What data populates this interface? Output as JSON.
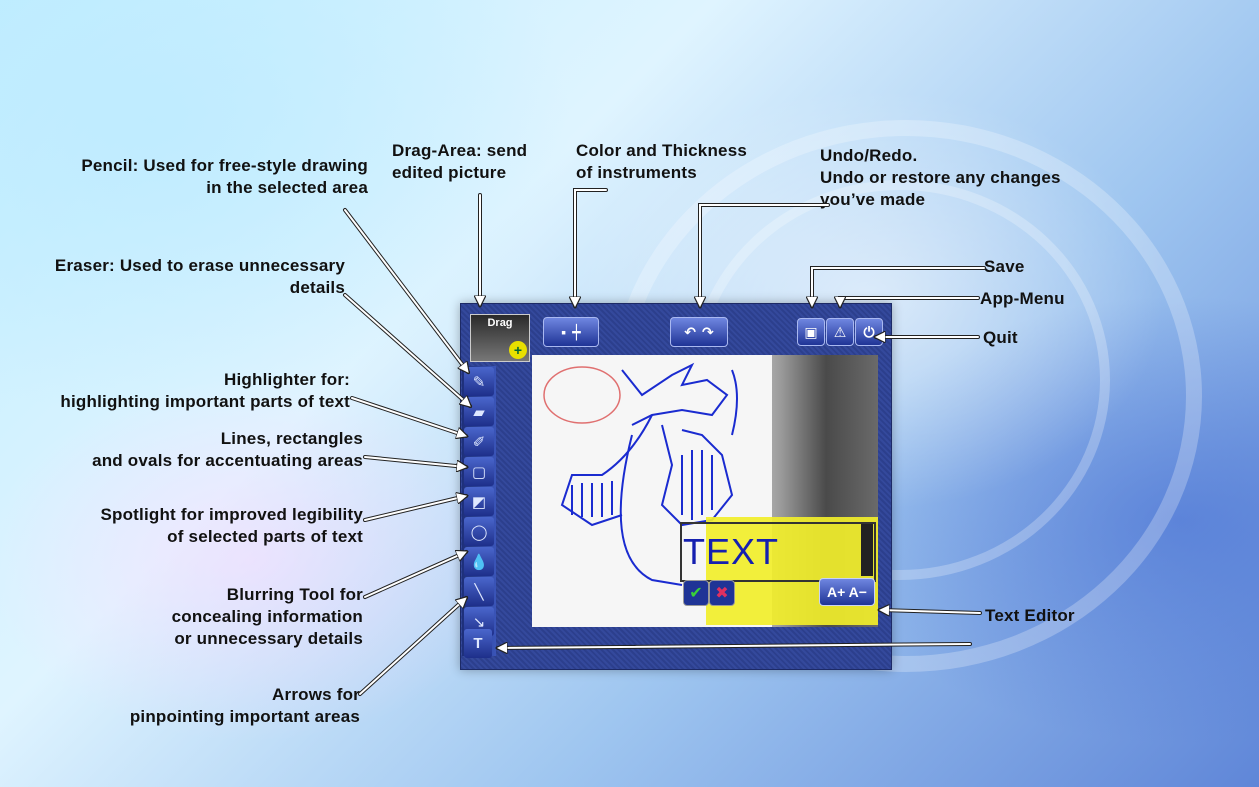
{
  "annotations": {
    "pencil": "Pencil: Used for free-style drawing\nin the selected area",
    "drag_area": "Drag-Area: send\nedited picture",
    "color_thickness": "Color and Thickness\nof instruments",
    "undo_redo": "Undo/Redo.\nUndo or restore any changes\nyou’ve made",
    "eraser": "Eraser: Used to erase unnecessary\ndetails",
    "save": "Save",
    "app_menu": "App-Menu",
    "quit": "Quit",
    "highlighter": "Highlighter for:\nhighlighting important parts of text",
    "lines": "Lines, rectangles\nand ovals for accentuating areas",
    "spotlight": "Spotlight for improved legibility\nof selected parts of text",
    "blurring": "Blurring Tool for\nconcealing information\nor unnecessary details",
    "text_editor": "Text Editor",
    "arrows": "Arrows for\npinpointing important areas"
  },
  "app": {
    "drag_label": "Drag",
    "editor_text": "TEXT",
    "font_size_label": "A+ A−"
  },
  "icons": {
    "tools": [
      "pencil-icon",
      "eraser-icon",
      "highlighter-icon",
      "rectangle-icon",
      "spotlight-icon",
      "oval-icon",
      "blur-drop-icon",
      "line-icon",
      "arrow-icon",
      "text-icon"
    ]
  },
  "colors": {
    "window": "#2c3f8d",
    "highlight": "#f1ee2a",
    "ink": "#1520b0"
  }
}
